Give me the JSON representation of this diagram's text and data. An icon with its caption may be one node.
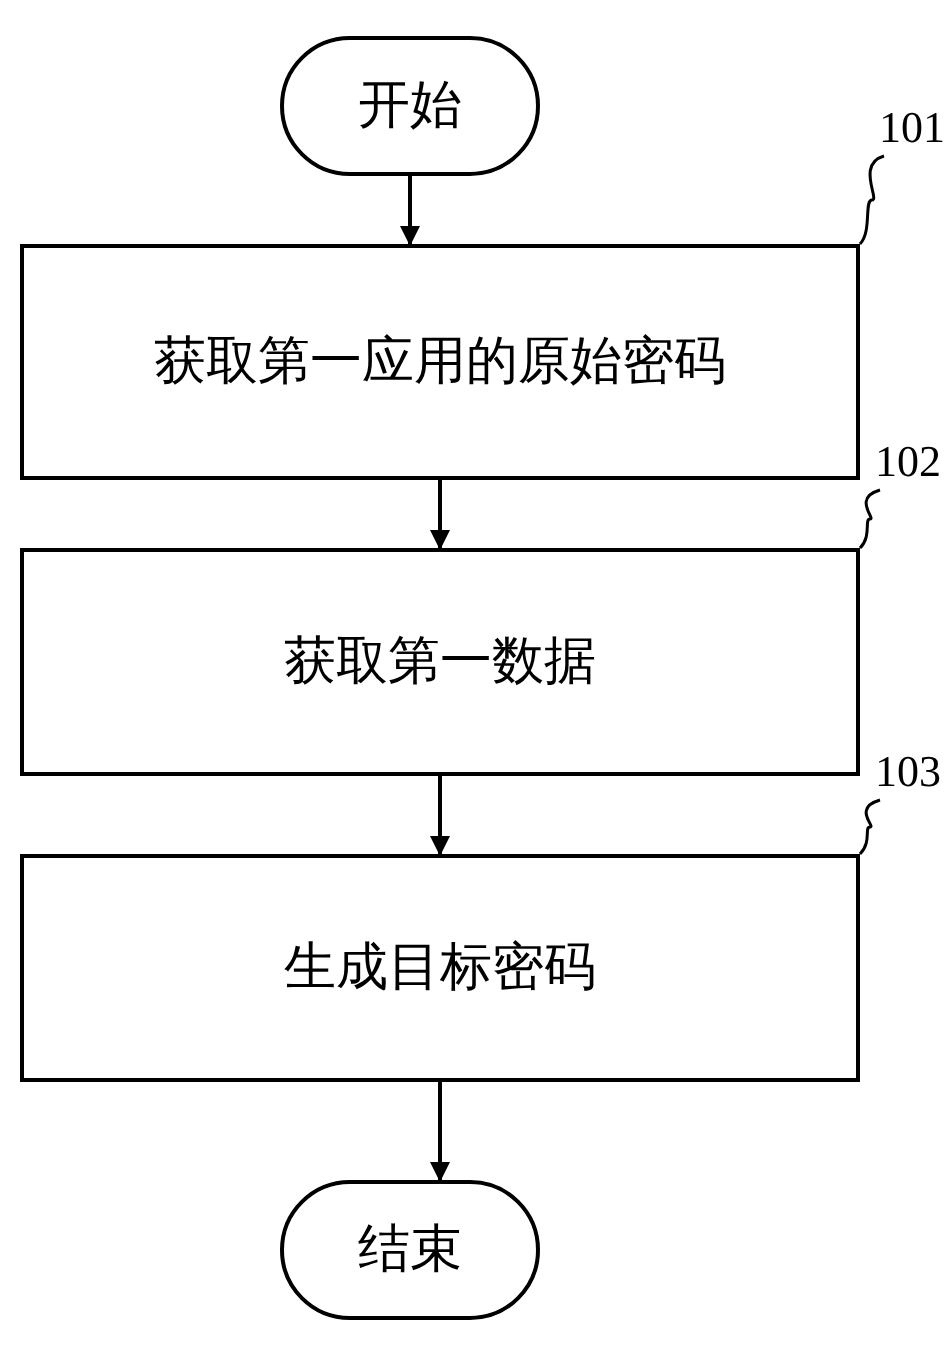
{
  "diagram": {
    "nodes": [
      {
        "text": [
          "开始"
        ]
      },
      {
        "text": [
          "获取第一应用的原始密码"
        ]
      },
      {
        "text": [
          "获取第一数据"
        ]
      },
      {
        "text": [
          "生成目标密码"
        ]
      },
      {
        "text": [
          "结束"
        ]
      },
      {
        "text": [
          "101"
        ]
      },
      {
        "text": [
          "102"
        ]
      },
      {
        "text": [
          "103"
        ]
      }
    ],
    "edges": [
      {
        "from": 0,
        "to": 1,
        "arrow": "to"
      },
      {
        "from": 1,
        "to": 2,
        "arrow": "to"
      },
      {
        "from": 2,
        "to": 3,
        "arrow": "to"
      },
      {
        "from": 3,
        "to": 4,
        "arrow": "to"
      },
      {
        "from": 5,
        "to": 1,
        "arrow": "none"
      },
      {
        "from": 6,
        "to": 2,
        "arrow": "none"
      },
      {
        "from": 7,
        "to": 3,
        "arrow": "none"
      }
    ]
  }
}
